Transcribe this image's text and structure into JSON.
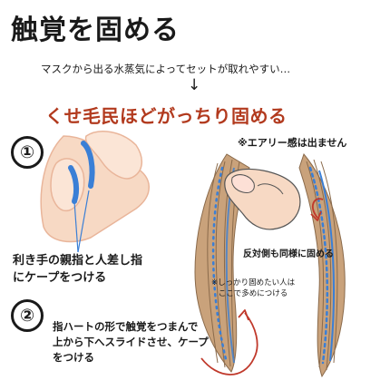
{
  "title": "触覚を固める",
  "subtitle": "マスクから出る水蒸気によってセットが取れやすい…",
  "arrow": "↓",
  "headline": "くせ毛民ほどがっちり固める",
  "note": "※エアリー感は出ません",
  "step1": {
    "number": "①",
    "caption_line1": "利き手の親指と人差し指",
    "caption_line2": "にケープをつける"
  },
  "step2": {
    "number": "②",
    "caption_line1": "指ハートの形で触覚をつまんで",
    "caption_line2": "上から下へスライドさせ、ケープ",
    "caption_line3": "をつける"
  },
  "opposite_note": "反対側も同様に固める",
  "tip": {
    "line1": "※しっかり固めたい人は",
    "line2": "ここで多めにつける"
  },
  "colors": {
    "headline": "#b23a1e",
    "skin": "#f7d9c4",
    "hair": "#a98560",
    "spray": "#3a7fd6",
    "arrow_red": "#c0392b"
  }
}
